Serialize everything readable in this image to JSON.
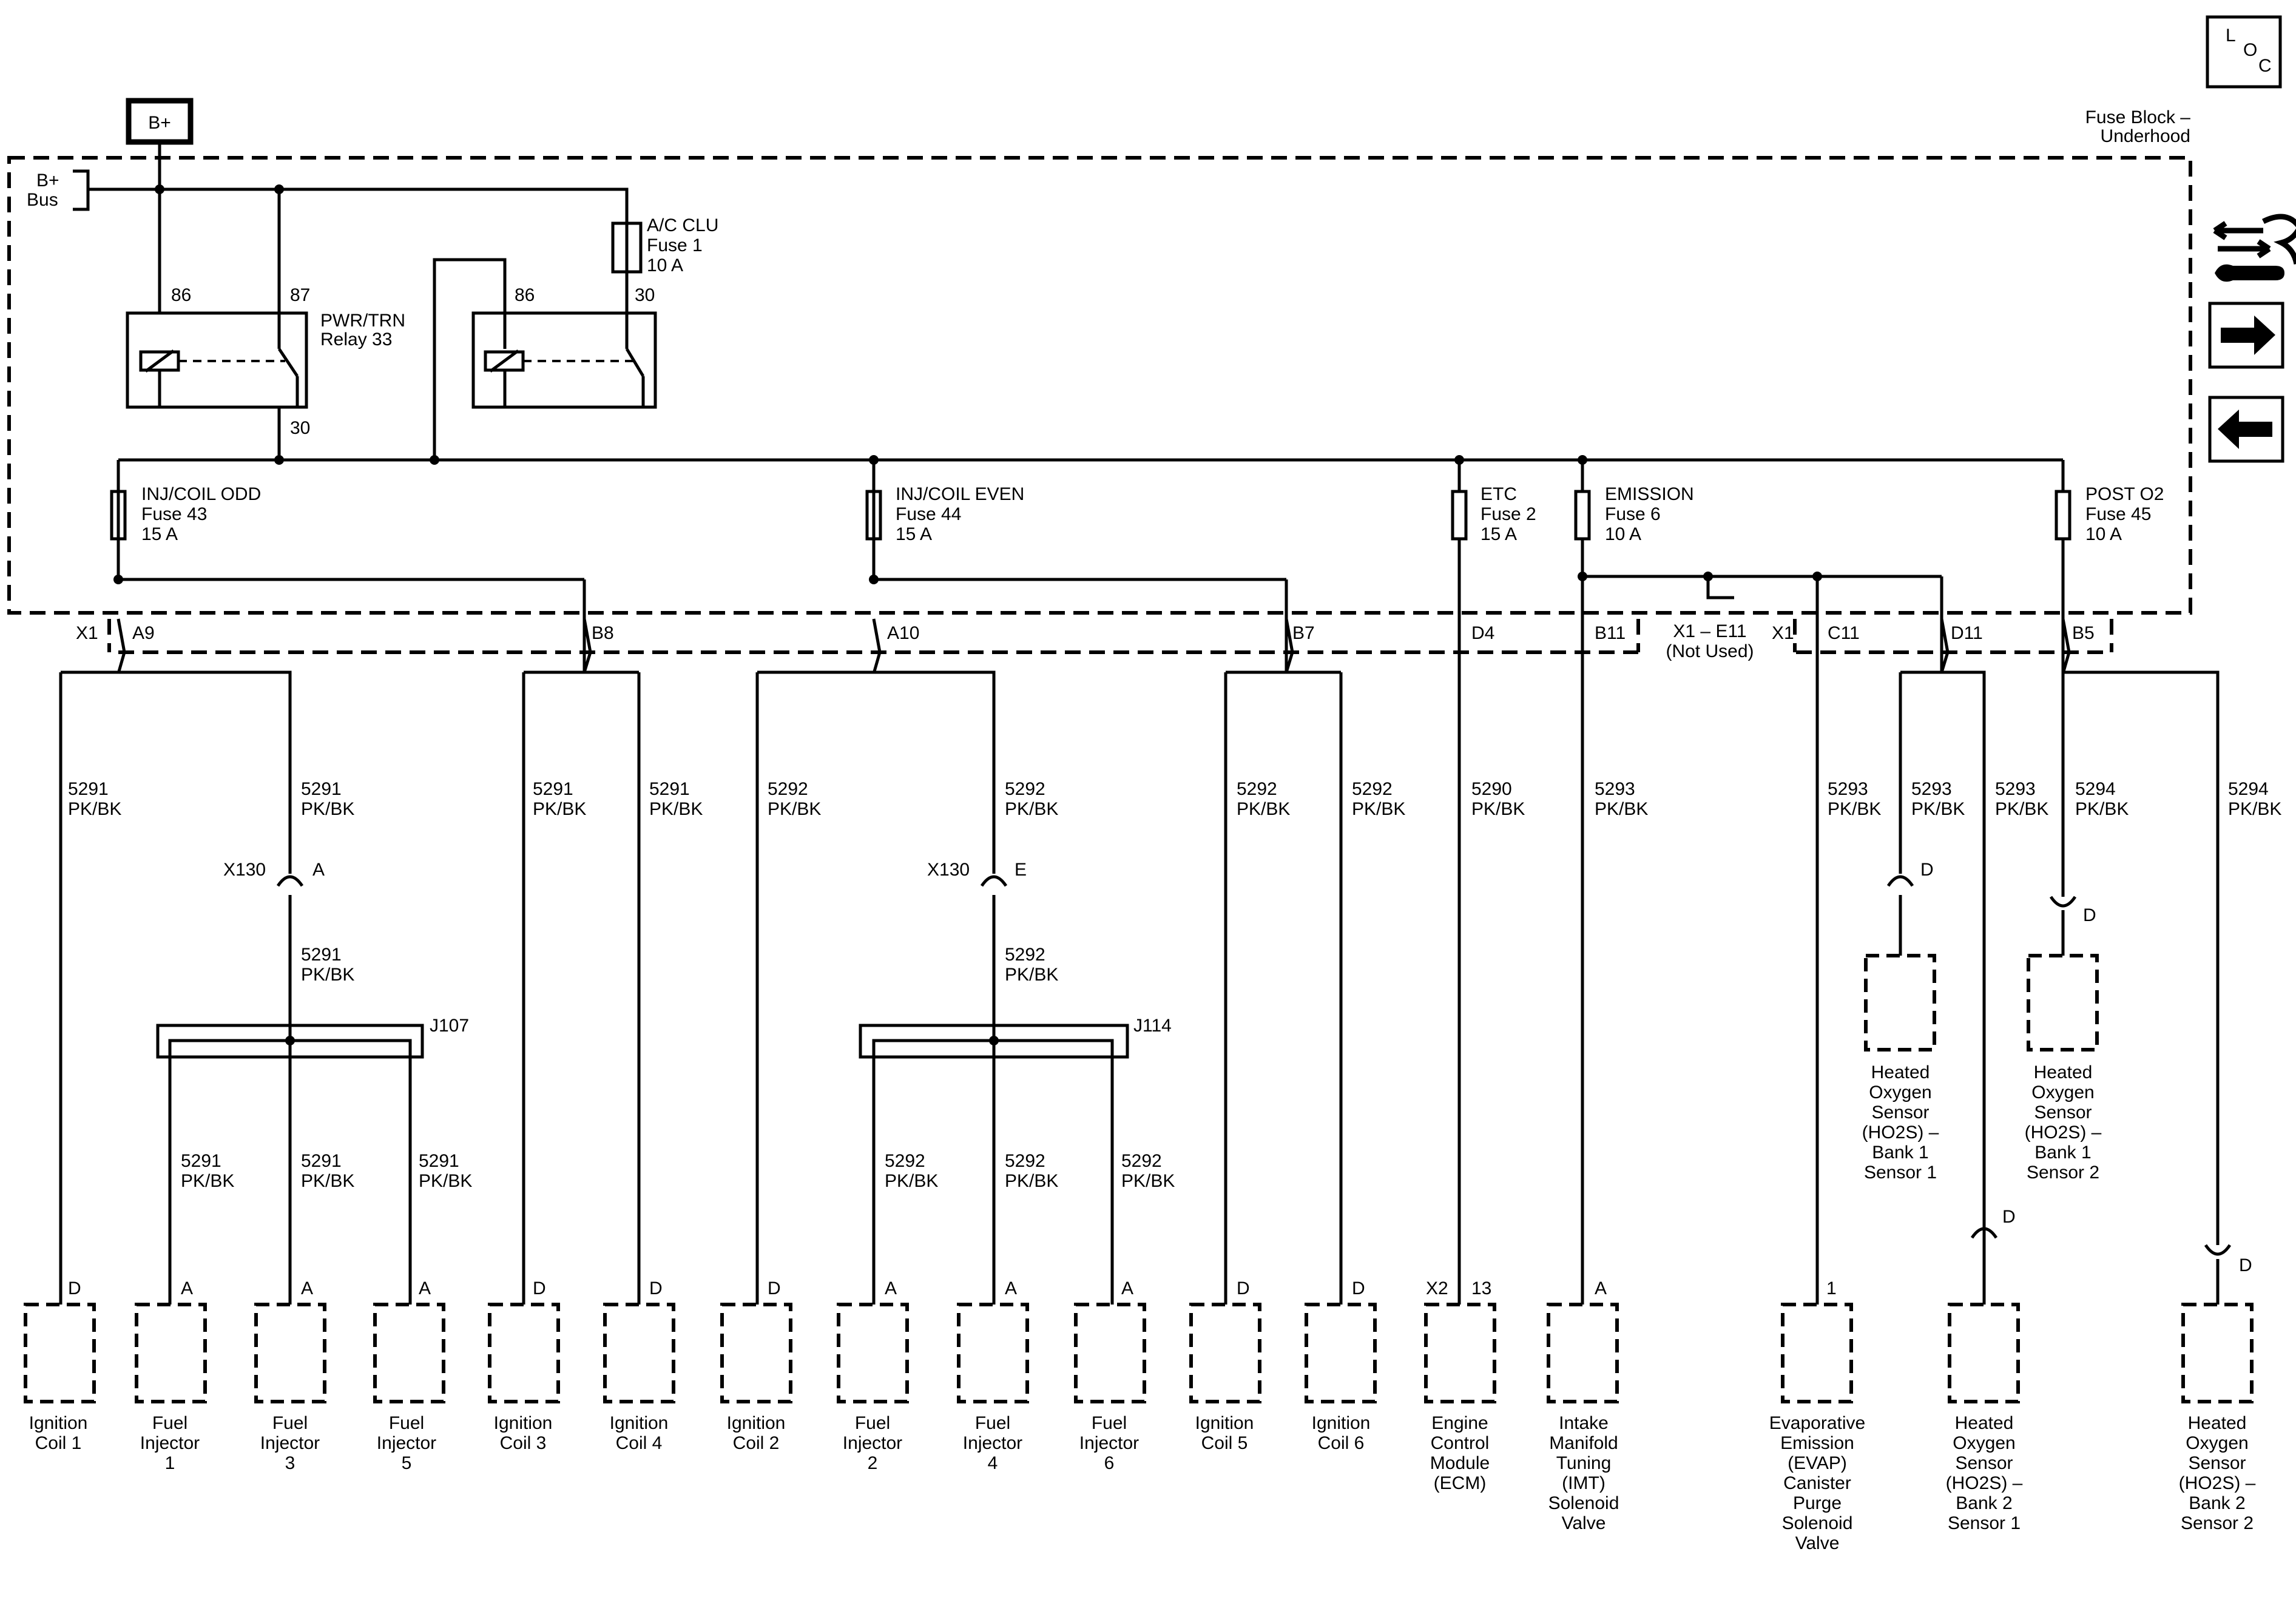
{
  "supply": {
    "b_plus": "B+",
    "bus_line1": "B+",
    "bus_line2": "Bus"
  },
  "fuse_block": {
    "title_line1": "Fuse Block –",
    "title_line2": "Underhood"
  },
  "loc_icon": {
    "l": "L",
    "o": "O",
    "c": "C"
  },
  "nav": {
    "icons": [
      "connector-repair-icon",
      "arrow-right-icon",
      "arrow-left-icon"
    ]
  },
  "relays": [
    {
      "pin_86": "86",
      "pin_87": "87",
      "pin_30": "30",
      "name_line1": "PWR/TRN",
      "name_line2": "Relay 33"
    },
    {
      "pin_86": "86",
      "pin_30": "30"
    }
  ],
  "fuses": [
    {
      "l1": "A/C CLU",
      "l2": "Fuse 1",
      "l3": "10 A"
    },
    {
      "l1": "INJ/COIL ODD",
      "l2": "Fuse 43",
      "l3": "15 A"
    },
    {
      "l1": "INJ/COIL EVEN",
      "l2": "Fuse 44",
      "l3": "15 A"
    },
    {
      "l1": "ETC",
      "l2": "Fuse 2",
      "l3": "15 A"
    },
    {
      "l1": "EMISSION",
      "l2": "Fuse 6",
      "l3": "10 A"
    },
    {
      "l1": "POST O2",
      "l2": "Fuse 45",
      "l3": "10 A"
    }
  ],
  "terminals": {
    "x1_a": "X1",
    "a9": "A9",
    "b8": "B8",
    "a10": "A10",
    "b7": "B7",
    "d4": "D4",
    "b11": "B11",
    "e11_l1": "X1 – E11",
    "e11_l2": "(Not Used)",
    "x1_b": "X1",
    "c11": "C11",
    "d11": "D11",
    "b5": "B5"
  },
  "wires": [
    {
      "ckt": "5291",
      "color": "PK/BK"
    },
    {
      "ckt": "5292",
      "color": "PK/BK"
    },
    {
      "ckt": "5290",
      "color": "PK/BK"
    },
    {
      "ckt": "5293",
      "color": "PK/BK"
    },
    {
      "ckt": "5294",
      "color": "PK/BK"
    }
  ],
  "connectors": {
    "x130": "X130",
    "x130_a": "A",
    "x130_e": "E",
    "j107": "J107",
    "j114": "J114",
    "pin_d": "D",
    "pin_a": "A",
    "pin_x2": "X2",
    "pin_13": "13",
    "pin_1": "1"
  },
  "components": [
    {
      "l1": "Ignition",
      "l2": "Coil 1"
    },
    {
      "l1": "Fuel",
      "l2": "Injector",
      "l3": "1"
    },
    {
      "l1": "Fuel",
      "l2": "Injector",
      "l3": "3"
    },
    {
      "l1": "Fuel",
      "l2": "Injector",
      "l3": "5"
    },
    {
      "l1": "Ignition",
      "l2": "Coil 3"
    },
    {
      "l1": "Ignition",
      "l2": "Coil 4"
    },
    {
      "l1": "Ignition",
      "l2": "Coil 2"
    },
    {
      "l1": "Fuel",
      "l2": "Injector",
      "l3": "2"
    },
    {
      "l1": "Fuel",
      "l2": "Injector",
      "l3": "4"
    },
    {
      "l1": "Fuel",
      "l2": "Injector",
      "l3": "6"
    },
    {
      "l1": "Ignition",
      "l2": "Coil 5"
    },
    {
      "l1": "Ignition",
      "l2": "Coil 6"
    },
    {
      "l1": "Engine",
      "l2": "Control",
      "l3": "Module",
      "l4": "(ECM)"
    },
    {
      "l1": "Intake",
      "l2": "Manifold",
      "l3": "Tuning",
      "l4": "(IMT)",
      "l5": "Solenoid",
      "l6": "Valve"
    },
    {
      "l1": "Evaporative",
      "l2": "Emission",
      "l3": "(EVAP)",
      "l4": "Canister",
      "l5": "Purge",
      "l6": "Solenoid",
      "l7": "Valve"
    },
    {
      "l1": "Heated",
      "l2": "Oxygen",
      "l3": "Sensor",
      "l4": "(HO2S) –",
      "l5": "Bank 2",
      "l6": "Sensor 1"
    },
    {
      "l1": "Heated",
      "l2": "Oxygen",
      "l3": "Sensor",
      "l4": "(HO2S) –",
      "l5": "Bank 2",
      "l6": "Sensor 2"
    },
    {
      "l1": "Heated",
      "l2": "Oxygen",
      "l3": "Sensor",
      "l4": "(HO2S) –",
      "l5": "Bank 1",
      "l6": "Sensor 1"
    },
    {
      "l1": "Heated",
      "l2": "Oxygen",
      "l3": "Sensor",
      "l4": "(HO2S) –",
      "l5": "Bank 1",
      "l6": "Sensor 2"
    }
  ]
}
